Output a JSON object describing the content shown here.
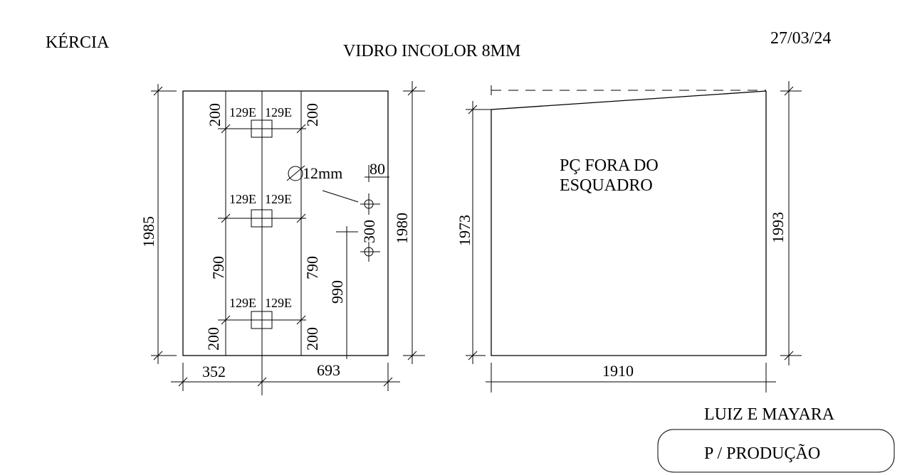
{
  "header": {
    "client": "KÉRCIA",
    "material": "VIDRO INCOLOR 8MM",
    "date": "27/03/24"
  },
  "panel_left": {
    "height_left": "1985",
    "height_right": "1980",
    "width_left": "352",
    "width_right": "693",
    "hinge_offset_top_left": "200",
    "hinge_offset_top_right": "200",
    "hinge_offset_bottom_left": "200",
    "hinge_offset_bottom_right": "200",
    "hinge_spacing_left": "790",
    "hinge_spacing_right": "790",
    "hinge_label_left": "129E",
    "hinge_label_right": "129E",
    "hole_diameter": "12mm",
    "hole_edge_offset": "80",
    "hole_spacing": "300",
    "hole_height": "990"
  },
  "panel_right": {
    "height_left": "1973",
    "height_right": "1993",
    "width": "1910",
    "note_line1": "PÇ FORA DO",
    "note_line2": "ESQUADRO"
  },
  "footer": {
    "customer": "LUIZ E MAYARA",
    "destination": "P / PRODUÇÃO"
  }
}
